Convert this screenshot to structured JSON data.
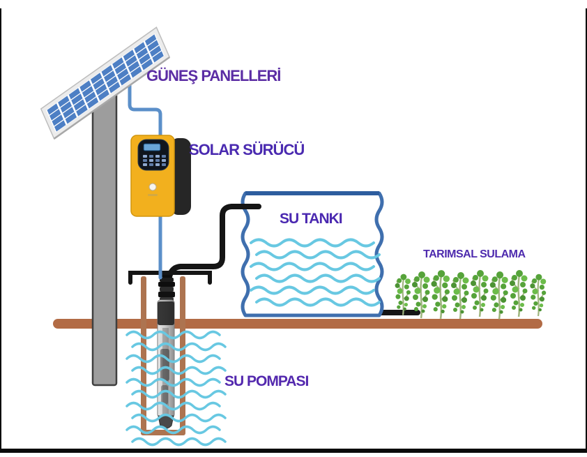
{
  "labels": {
    "solar_panels": {
      "text": "GÜNEŞ PANELLERİ",
      "color": "#5b2da4"
    },
    "solar_driver": {
      "text": "SOLAR SÜRÜCÜ",
      "color": "#4a2ab0"
    },
    "water_tank": {
      "text": "SU TANKI",
      "color": "#4a28b0"
    },
    "irrigation": {
      "text": "TARIMSAL SULAMA",
      "color": "#4e2bae"
    },
    "water_pump": {
      "text": "SU POMPASI",
      "color": "#5328ae"
    }
  },
  "colors": {
    "panel_cell_blue": "#4d7fc4",
    "panel_frame": "#ececec",
    "pole_gray": "#9d9d9d",
    "driver_yellow": "#f2b01e",
    "driver_dark": "#262626",
    "wire_blue": "#5b8fc9",
    "pipe_black": "#151515",
    "tank_border_blue": "#3f6fae",
    "water_wave_cyan": "#68c8e2",
    "ground_brown": "#b26b45",
    "well_brown": "#ad7450",
    "plant_green": "#56a33a"
  }
}
